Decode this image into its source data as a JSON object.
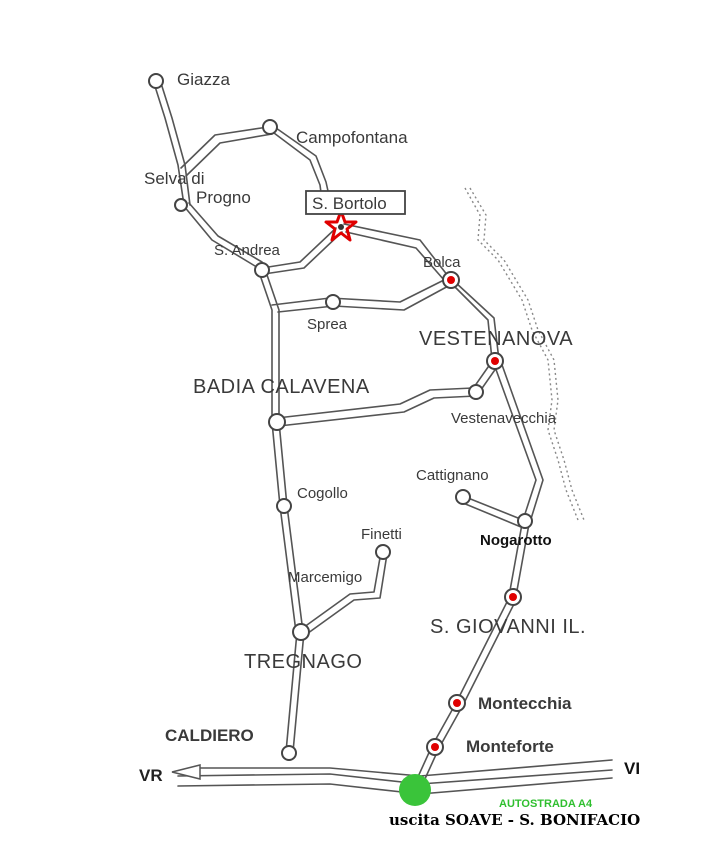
{
  "places": {
    "giazza": "Giazza",
    "campofontana": "Campofontana",
    "selva": "Selva di",
    "progno": "Progno",
    "sbortolo": "S. Bortolo",
    "sandrea": "S. Andrea",
    "bolca": "Bolca",
    "sprea": "Sprea",
    "vestenanova": "VESTENANOVA",
    "badia": "BADIA CALAVENA",
    "vestenavecchia": "Vestenavecchia",
    "cattignano": "Cattignano",
    "cogollo": "Cogollo",
    "finetti": "Finetti",
    "nogarotto": "Nogarotto",
    "marcemigo": "Marcemigo",
    "sgiovanni": "S. GIOVANNI IL.",
    "tregnago": "TREGNAGO",
    "montecchia": "Montecchia",
    "caldiero": "CALDIERO",
    "monteforte": "Monteforte"
  },
  "highway": {
    "left": "VR",
    "right": "VI",
    "name": "AUTOSTRADA A4",
    "exit": "uscita SOAVE - S. BONIFACIO"
  },
  "colors": {
    "road": "#555555",
    "label": "#3a3a3a",
    "red_marker": "#e00000",
    "star": "#e00000",
    "exit_dot": "#3ac43a",
    "highway_label": "#2fbf2f",
    "border": "#888888"
  },
  "icons": {
    "star": "star-icon",
    "exit": "exit-dot-icon",
    "arrow": "arrow-left-icon"
  }
}
